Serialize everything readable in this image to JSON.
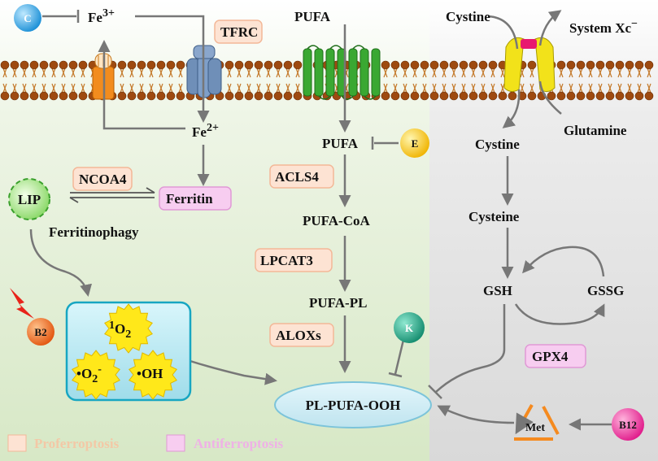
{
  "membrane": {
    "pufa_top": "PUFA",
    "tfrc": "TFRC",
    "fe3_base": "Fe",
    "fe3_sup": "3+",
    "cystine_top": "Cystine",
    "system_xc_base": "System Xc",
    "system_xc_sup": "−",
    "glutamine": "Glutamine"
  },
  "iron": {
    "fe2_base": "Fe",
    "fe2_sup": "2+",
    "ncoa4": "NCOA4",
    "ferritin": "Ferritin",
    "lip": "LIP",
    "ferritinophagy": "Ferritinophagy"
  },
  "ros": {
    "singlet_sup": "1",
    "singlet_base": "O",
    "singlet_sub": "2",
    "superoxide_base": "•O",
    "superoxide_sub": "2",
    "superoxide_sup": "-",
    "hydroxyl": "•OH"
  },
  "lipid": {
    "pufa": "PUFA",
    "acsl4": "ACLS4",
    "pufa_coa": "PUFA-CoA",
    "lpcat3": "LPCAT3",
    "pufa_pl": "PUFA-PL",
    "aloxs": "ALOXs",
    "product": "PL-PUFA-OOH"
  },
  "gsh": {
    "cystine": "Cystine",
    "cysteine": "Cysteine",
    "gsh": "GSH",
    "gssg": "GSSG",
    "gpx4": "GPX4",
    "met": "Met"
  },
  "vitamins": {
    "c": "C",
    "e": "E",
    "k": "K",
    "b2": "B2",
    "b12": "B12"
  },
  "legend": {
    "pro": "Proferroptosis",
    "anti": "Antiferroptosis"
  },
  "colors": {
    "pro_fill": "#fde3d3",
    "pro_stroke": "#f3b898",
    "anti_fill": "#f7cdf0",
    "anti_stroke": "#e099d6",
    "arrow": "#777777"
  }
}
